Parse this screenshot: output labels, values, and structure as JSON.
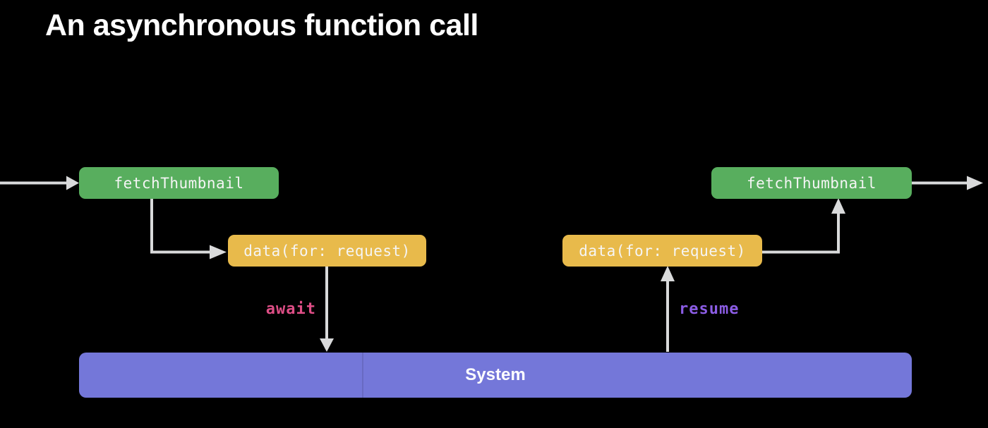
{
  "title": "An asynchronous function call",
  "diagram": {
    "function_calls": [
      "fetchThumbnail",
      "data(for: request)",
      "data(for: request)",
      "fetchThumbnail"
    ],
    "edge_labels": {
      "await": "await",
      "resume": "resume"
    },
    "system_bar": {
      "label": "System"
    }
  },
  "colors": {
    "background": "#000000",
    "title_white": "#ffffff",
    "function_green": "#58ae5e",
    "call_yellow": "#e8ba4b",
    "system_purple": "#7477d9",
    "await_pink": "#de4e86",
    "resume_purple": "#8b5ce4",
    "arrow_gray": "#d9dadb"
  }
}
